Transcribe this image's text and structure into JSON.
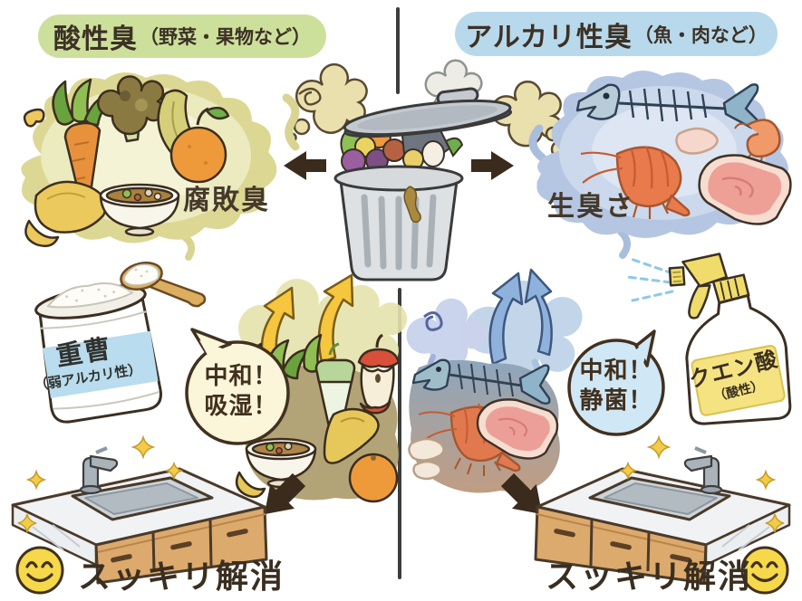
{
  "headers": {
    "left": {
      "title": "酸性臭",
      "subtitle": "（野菜・果物など）"
    },
    "right": {
      "title": "アルカリ性臭",
      "subtitle": "（魚・肉など）"
    }
  },
  "odors": {
    "left": "腐敗臭",
    "right": "生臭さ"
  },
  "remedies": {
    "left": {
      "name": "重曹",
      "note": "（弱アルカリ性）"
    },
    "right": {
      "name": "クエン酸",
      "note": "（酸性）"
    }
  },
  "bubbles": {
    "left": {
      "line1": "中和！",
      "line2": "吸湿！"
    },
    "right": {
      "line1": "中和！",
      "line2": "静菌！"
    }
  },
  "results": {
    "left": "スッキリ解消",
    "right": "スッキリ解消"
  },
  "icons": {
    "center": [
      "trash-can-icon",
      "smell-puff-icon",
      "arrow-left-icon",
      "arrow-right-icon"
    ],
    "left_side": [
      "rotten-food-cloud-icon",
      "baking-soda-jar-icon",
      "spoon-icon",
      "rising-odor-arrows-icon",
      "food-waste-pile-icon",
      "arrow-down-left-icon",
      "kitchen-sink-icon",
      "sparkle-icon",
      "smiley-face-icon"
    ],
    "right_side": [
      "fishy-odor-cloud-icon",
      "citric-acid-spray-icon",
      "spray-mist-icon",
      "rising-odor-arrows-icon",
      "fish-waste-pile-icon",
      "arrow-down-right-icon",
      "kitchen-sink-icon",
      "sparkle-icon",
      "smiley-face-icon"
    ]
  },
  "colors": {
    "header_left_bg": "#cde09b",
    "header_right_bg": "#b8d9ec",
    "text_dark": "#3c3126",
    "cloud_left": "#dcd793",
    "cloud_right": "#b5c6e2",
    "puff_beige": "#e9e0ae",
    "arrow_dark": "#3a2b1c",
    "arrow_gold": "#f5c63e",
    "arrow_blue": "#8fb2dc",
    "bubble_left_bg": "#fbf5da",
    "bubble_right_bg": "#d0e7f5",
    "jar_label_blue": "#b9dcee",
    "spray_label_yellow": "#f5e382",
    "cabinet_wood": "#dcaa6d",
    "sparkle_yellow": "#f2cc49",
    "smiley_yellow": "#f6d84b",
    "divider": "#3d3d3d"
  }
}
